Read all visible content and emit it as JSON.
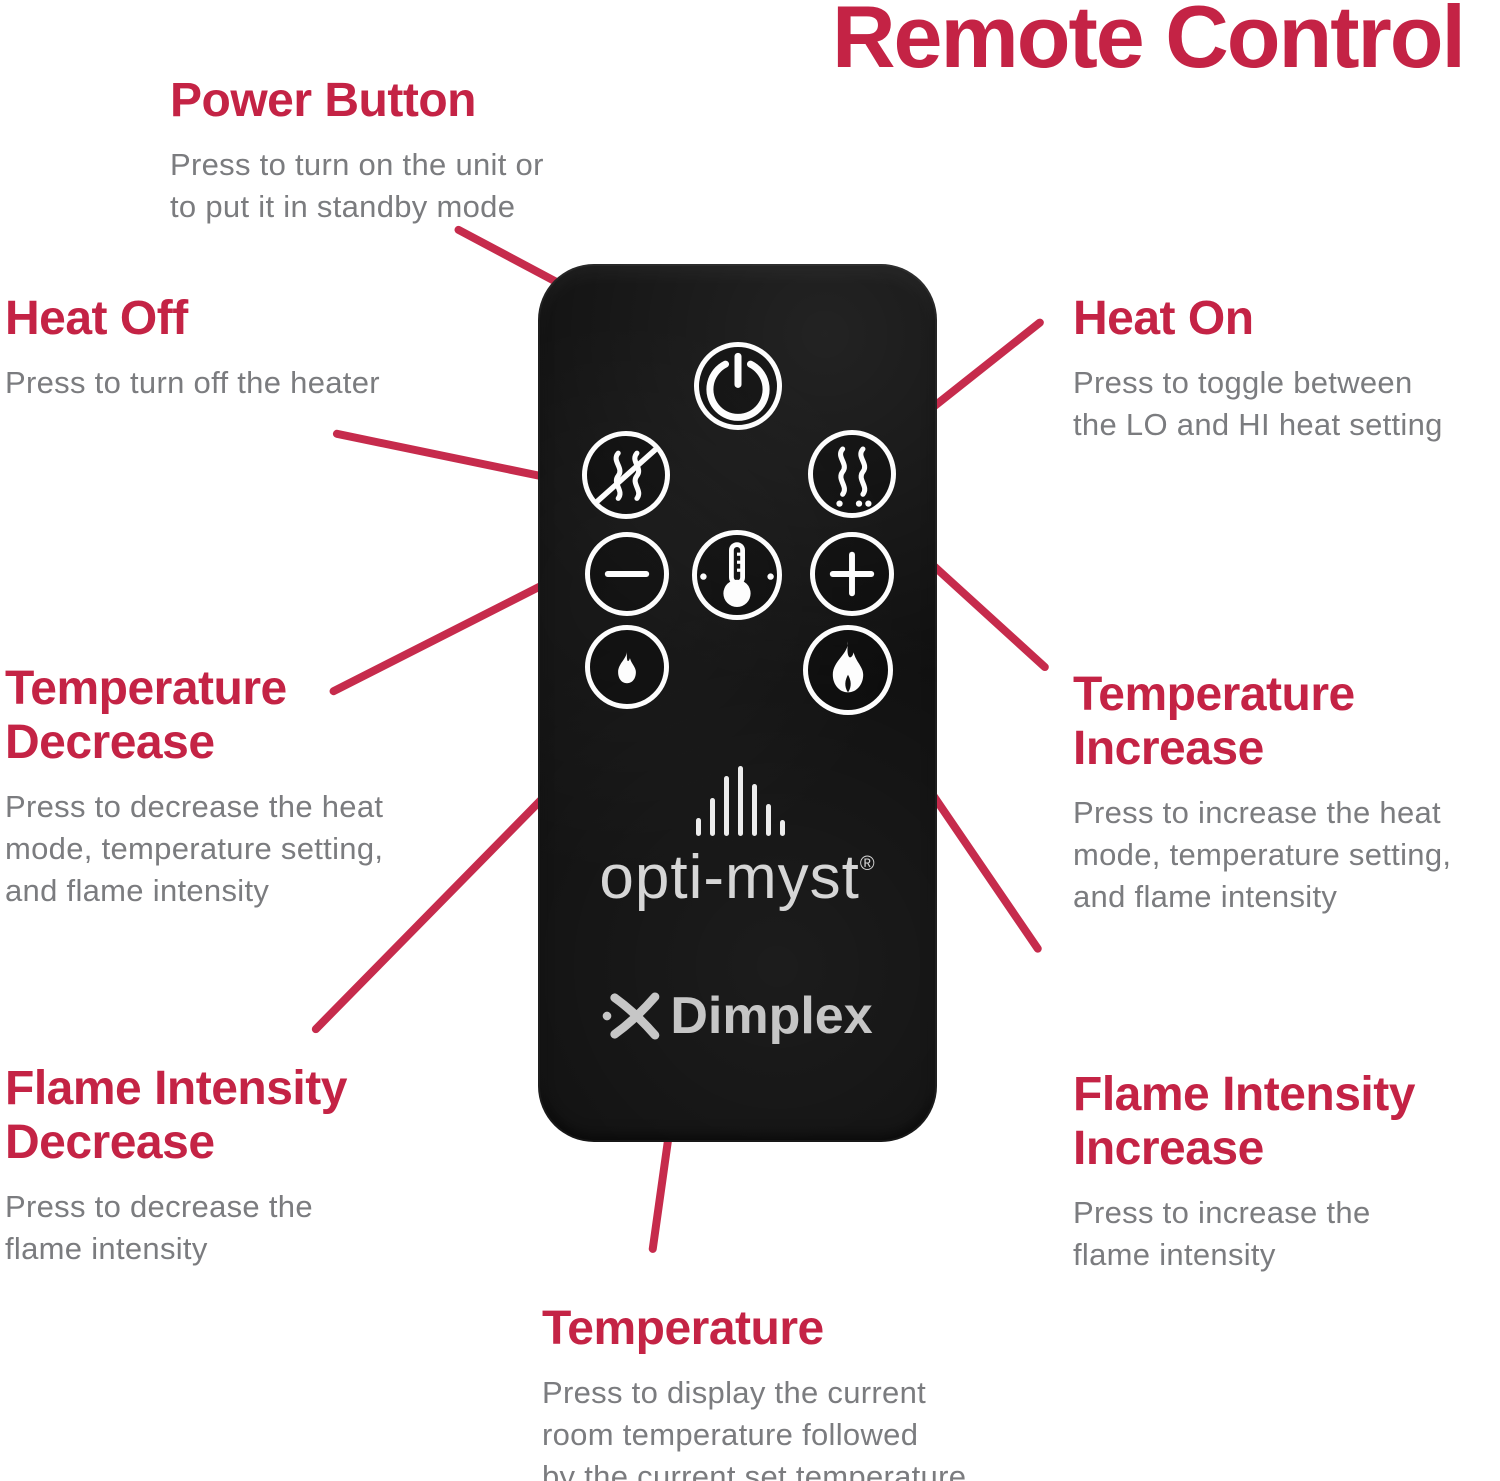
{
  "title": "Remote Control",
  "annotations": {
    "power_button": {
      "heading": [
        "Power Button"
      ],
      "desc": [
        "Press to turn on the unit or",
        "to put it in standby mode"
      ]
    },
    "heat_off": {
      "heading": [
        "Heat Off"
      ],
      "desc": [
        "Press to turn off the heater"
      ]
    },
    "heat_on": {
      "heading": [
        "Heat On"
      ],
      "desc": [
        "Press to toggle between",
        "the LO and HI heat setting"
      ]
    },
    "temperature_decrease": {
      "heading": [
        "Temperature",
        "Decrease"
      ],
      "desc": [
        "Press to decrease the heat",
        "mode, temperature setting,",
        "and flame intensity"
      ]
    },
    "temperature_increase": {
      "heading": [
        "Temperature",
        "Increase"
      ],
      "desc": [
        "Press to increase the heat",
        "mode, temperature setting,",
        "and flame intensity"
      ]
    },
    "flame_intensity_decrease": {
      "heading": [
        "Flame Intensity",
        "Decrease"
      ],
      "desc": [
        "Press to decrease the",
        "flame intensity"
      ]
    },
    "flame_intensity_increase": {
      "heading": [
        "Flame Intensity",
        "Increase"
      ],
      "desc": [
        "Press to increase the",
        "flame intensity"
      ]
    },
    "temperature_display": {
      "heading": [
        "Temperature"
      ],
      "desc": [
        "Press to display the current",
        "room temperature followed",
        "by the current set temperature"
      ]
    }
  },
  "remote": {
    "brand_logo_text": "opti-myst",
    "brand_logo_reg": "®",
    "brand_name": "Dimplex",
    "buttons": [
      {
        "icon": "power-icon"
      },
      {
        "icon": "heat-off-icon"
      },
      {
        "icon": "heat-on-icon"
      },
      {
        "icon": "minus-icon"
      },
      {
        "icon": "thermometer-icon"
      },
      {
        "icon": "plus-icon"
      },
      {
        "icon": "flame-small-icon"
      },
      {
        "icon": "flame-large-icon"
      }
    ]
  },
  "icons": {
    "power": "power-icon",
    "heat_off": "heat-off-icon",
    "heat_on": "heat-on-icon",
    "temperature_down": "minus-icon",
    "temperature": "thermometer-icon",
    "temperature_up": "plus-icon",
    "flame_down": "flame-small-icon",
    "flame_up": "flame-large-icon",
    "brand_mist": "mist-flame-icon",
    "brand_mark": "dimplex-x-icon"
  },
  "colors": {
    "accent_red": "#c42345",
    "line_red": "#c62b4c",
    "body_gray": "#7b7c7f",
    "remote_black": "#101010",
    "icon_white": "#fdfdfd"
  }
}
